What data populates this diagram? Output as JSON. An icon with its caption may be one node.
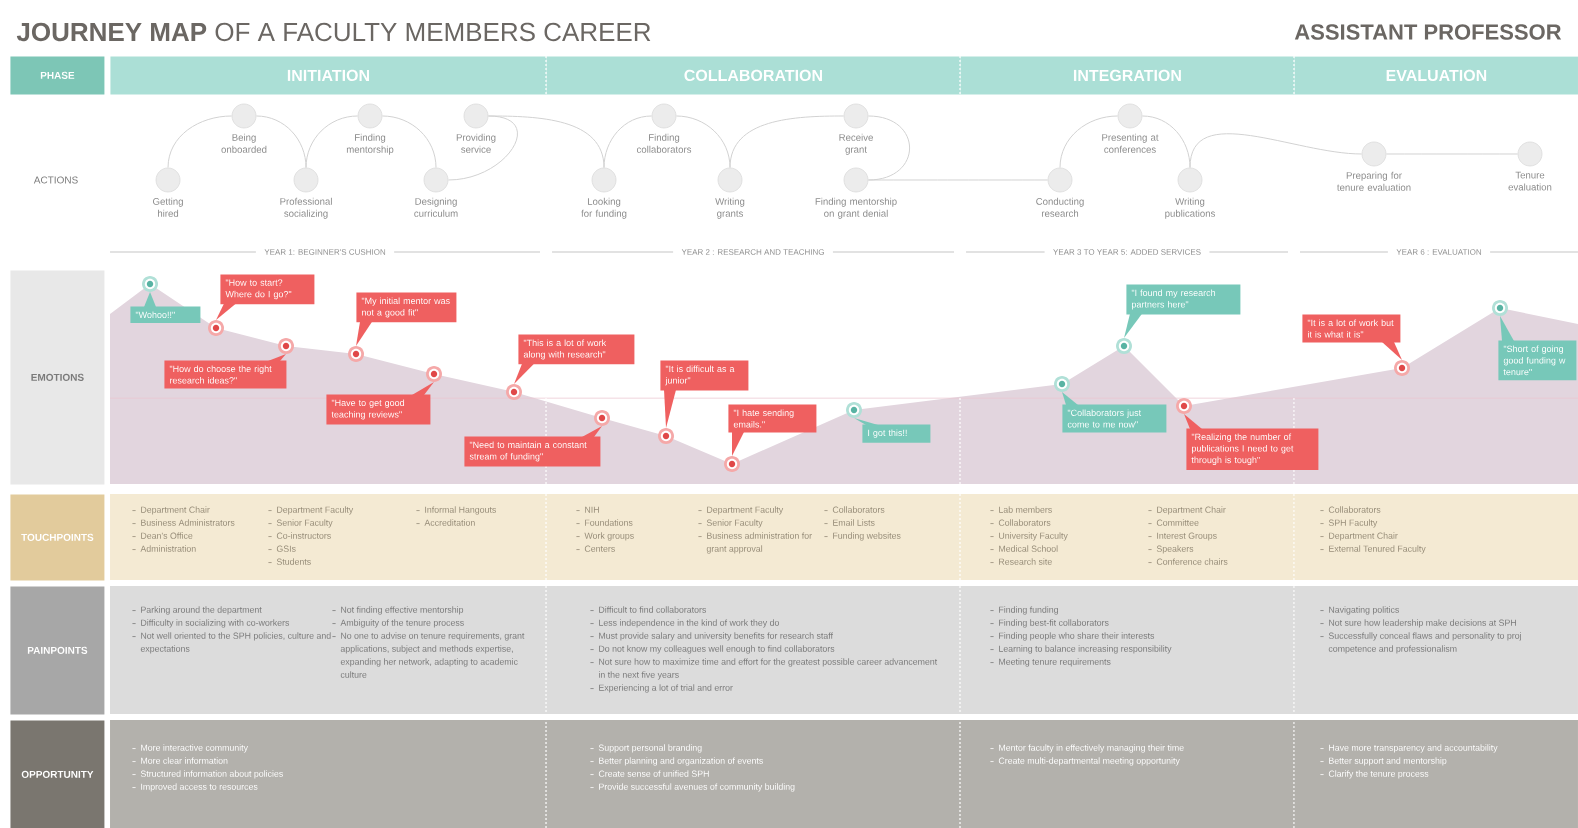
{
  "diagram": {
    "nodes": [
      {
        "text": [
          "PHASE"
        ]
      },
      {
        "text": [
          "INITIATION"
        ]
      },
      {
        "text": [
          "COLLABORATION"
        ]
      },
      {
        "text": [
          "INTEGRATION"
        ]
      },
      {
        "text": [
          "EVALUATION"
        ]
      },
      {
        "text": [
          "Getting hired"
        ]
      },
      {
        "text": [
          "Being onboarded"
        ]
      },
      {
        "text": [
          "Professional socializing"
        ]
      },
      {
        "text": [
          "Finding mentorship"
        ]
      },
      {
        "text": [
          "Designing curriculum"
        ]
      },
      {
        "text": [
          "Providing service"
        ]
      },
      {
        "text": [
          "Looking for funding"
        ]
      },
      {
        "text": [
          "Finding collaborators"
        ]
      },
      {
        "text": [
          "Writing grants"
        ]
      },
      {
        "text": [
          "Receive grant"
        ]
      },
      {
        "text": [
          "Finding mentorship on grant denial"
        ]
      },
      {
        "text": [
          "Conducting research"
        ]
      },
      {
        "text": [
          "Presenting at conferences"
        ]
      },
      {
        "text": [
          "Writing publications"
        ]
      },
      {
        "text": [
          "Preparing for tenure evaluation"
        ]
      },
      {
        "text": [
          "Tenure evaluation"
        ]
      },
      {
        "text": [
          "EMOTIONS"
        ]
      },
      {
        "text": [
          "\"Wohoo!!\""
        ]
      },
      {
        "text": [
          "\"How to start? Where do I go?\""
        ]
      },
      {
        "text": [
          "\"How do choose the right research ideas?\""
        ]
      },
      {
        "text": [
          "\"My initial mentor was not a good fit\""
        ]
      },
      {
        "text": [
          "\"Have to get good teaching reviews\""
        ]
      },
      {
        "text": [
          "\"This is a lot of work along with research\""
        ]
      },
      {
        "text": [
          "\"Need to maintain a constant stream of funding\""
        ]
      },
      {
        "text": [
          "\"It is difficult as a junior\""
        ]
      },
      {
        "text": [
          "\"I hate sending emails.\""
        ]
      },
      {
        "text": [
          "I got this!!"
        ]
      },
      {
        "text": [
          "\"Collaborators just come to me now\""
        ]
      },
      {
        "text": [
          "\"I found my research partners here\""
        ]
      },
      {
        "text": [
          "\"Realizing the number of publications I need to get through is tough\""
        ]
      },
      {
        "text": [
          "\"It is a lot of work but it is what it is\""
        ]
      },
      {
        "text": [
          "\"Short of going good funding w tenure\""
        ]
      },
      {
        "text": [
          "TOUCHPOINTS"
        ]
      },
      {
        "text": [
          "Department Chair",
          "Business Administrators",
          "Dean's Office",
          "Administration",
          "Department Faculty",
          "Senior Faculty",
          "Co-instructors",
          "GSIs",
          "Students",
          "Informal Hangouts",
          "Accreditation"
        ]
      },
      {
        "text": [
          "NIH",
          "Foundations",
          "Work groups",
          "Centers",
          "Department Faculty",
          "Senior Faculty",
          "Business administration for grant approval",
          "Collaborators",
          "Email Lists",
          "Funding websites"
        ]
      },
      {
        "text": [
          "Lab members",
          "Collaborators",
          "University Faculty",
          "Medical School",
          "Research site",
          "Department Chair",
          "Committee",
          "Interest Groups",
          "Speakers",
          "Conference chairs"
        ]
      },
      {
        "text": [
          "Collaborators",
          "SPH Faculty",
          "Department Chair",
          "External Tenured Faculty"
        ]
      },
      {
        "text": [
          "PAINPOINTS"
        ]
      },
      {
        "text": [
          "Parking around the department",
          "Difficulty in socializing with co-workers",
          "Not well oriented to the SPH policies, culture and expectations",
          "Not finding effective mentorship",
          "Ambiguity of the tenure process",
          "No one to advise on tenure requirements, grant applications, subject and methods expertise, expanding her network, adapting to academic culture"
        ]
      },
      {
        "text": [
          "Difficult to find collaborators",
          "Less independence in the kind of work they do",
          "Must provide salary and university benefits for research staff",
          "Do not know my colleagues well enough to find collaborators",
          "Not sure how to maximize time and effort for the greatest possible career advancement in the next five years",
          "Experiencing a lot of trial and error"
        ]
      },
      {
        "text": [
          "Finding funding",
          "Finding best-fit collaborators",
          "Finding people who share their interests",
          "Learning to balance increasing responsibility",
          "Meeting tenure requirements"
        ]
      },
      {
        "text": [
          "Navigating politics",
          "Not sure how leadership make decisions at SPH",
          "Successfully conceal flaws and personality to proj competence and professionalism"
        ]
      },
      {
        "text": [
          "OPPORTUNITY"
        ]
      },
      {
        "text": [
          "More interactive community",
          "More clear information",
          "Structured information about policies",
          "Improved access to resources"
        ]
      },
      {
        "text": [
          "Support personal branding",
          "Better planning and organization of events",
          "Create sense of unified SPH",
          "Provide successful avenues of community building"
        ]
      },
      {
        "text": [
          "Mentor faculty in effectively managing their time",
          "Create multi-departmental meeting opportunity"
        ]
      },
      {
        "text": [
          "Have more transparency and accountability",
          "Better support and mentorship",
          "Clarify the tenure process"
        ]
      }
    ],
    "edges": [
      {
        "from": 5,
        "to": 6,
        "arrow": "none"
      },
      {
        "from": 6,
        "to": 7,
        "arrow": "none"
      },
      {
        "from": 7,
        "to": 8,
        "arrow": "none"
      },
      {
        "from": 8,
        "to": 9,
        "arrow": "none"
      },
      {
        "from": 9,
        "to": 10,
        "arrow": "none"
      },
      {
        "from": 10,
        "to": 11,
        "arrow": "none"
      },
      {
        "from": 11,
        "to": 12,
        "arrow": "none"
      },
      {
        "from": 12,
        "to": 13,
        "arrow": "none"
      },
      {
        "from": 13,
        "to": 14,
        "arrow": "none"
      },
      {
        "from": 14,
        "to": 15,
        "arrow": "none"
      },
      {
        "from": 15,
        "to": 16,
        "arrow": "none"
      },
      {
        "from": 16,
        "to": 17,
        "arrow": "none"
      },
      {
        "from": 17,
        "to": 18,
        "arrow": "none"
      },
      {
        "from": 18,
        "to": 19,
        "arrow": "none"
      },
      {
        "from": 19,
        "to": 20,
        "arrow": "none"
      }
    ],
    "labels": [
      "**JOURNEY MAP** OF A FACULTY MEMBERS CAREER",
      "ASSISTANT PROFESSOR",
      "ACTIONS",
      "YEAR 1: BEGINNER'S CUSHION",
      "YEAR 2 : RESEARCH AND TEACHING",
      "YEAR 3 TO YEAR 5: ADDED SERVICES",
      "YEAR 6 : EVALUATION"
    ]
  }
}
